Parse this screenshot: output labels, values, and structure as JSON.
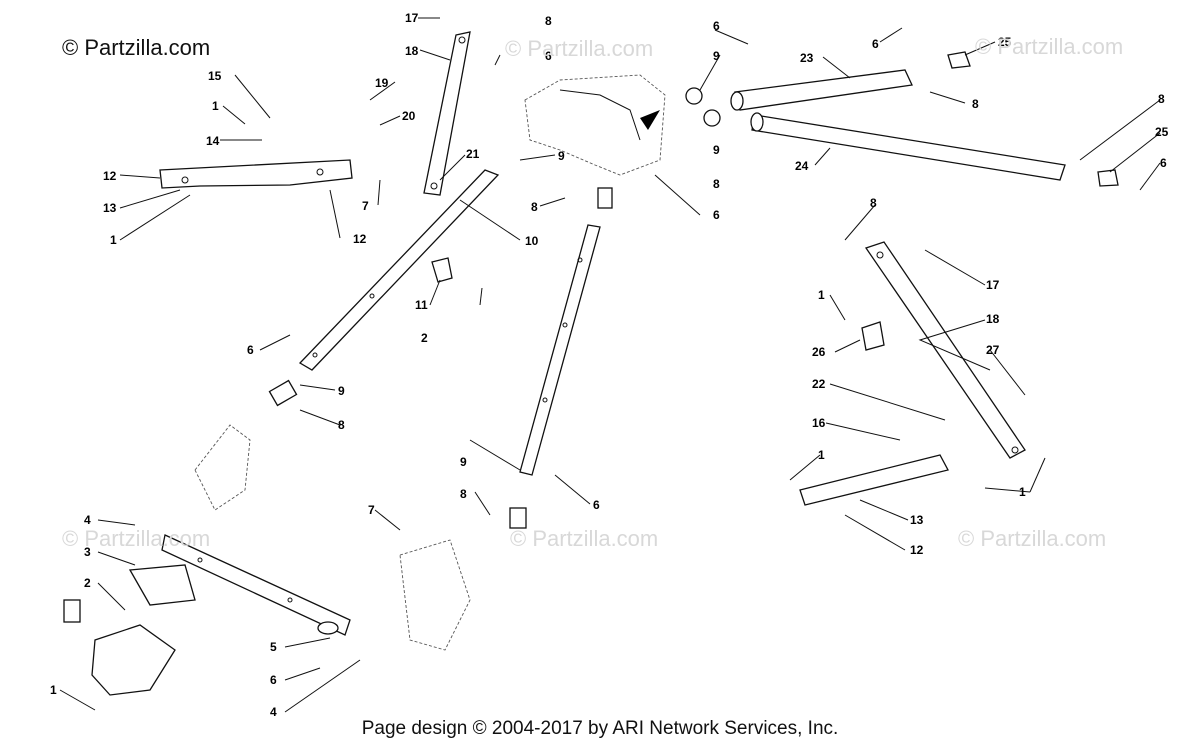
{
  "copyright": "© Partzilla.com",
  "watermark": "© Partzilla.com",
  "footer": "Page design © 2004-2017 by ARI Network Services, Inc.",
  "callouts": [
    "1",
    "2",
    "3",
    "4",
    "5",
    "6",
    "7",
    "8",
    "9",
    "10",
    "11",
    "12",
    "13",
    "14",
    "15",
    "16",
    "17",
    "18",
    "19",
    "20",
    "21",
    "22",
    "23",
    "24",
    "25",
    "26",
    "27"
  ]
}
